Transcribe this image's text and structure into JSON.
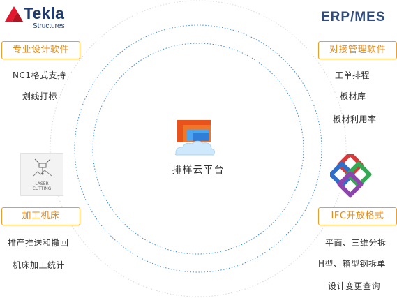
{
  "logos": {
    "tekla_word": "Tekla",
    "tekla_sub": "Structures",
    "erp_mes": "ERP/MES",
    "laser_line1": "LASER",
    "laser_line2": "CUTTING"
  },
  "center": {
    "label": "排样云平台"
  },
  "top_left": {
    "title": "专业设计软件",
    "items": [
      "NC1格式支持",
      "划线打标"
    ]
  },
  "top_right": {
    "title": "对接管理软件",
    "items": [
      "工单排程",
      "板材库",
      "板材利用率"
    ]
  },
  "bottom_left": {
    "title": "加工机床",
    "items": [
      "排产推送和撤回",
      "机床加工统计"
    ]
  },
  "bottom_right": {
    "title": "IFC开放格式",
    "items": [
      "平面、三维分拆",
      "H型、箱型钢拆单",
      "设计变更查询"
    ]
  },
  "colors": {
    "accent_orange": "#f59a23",
    "ring_blue": "#3b8fe0",
    "ring_gray": "#cccccc",
    "brand_navy": "#1e3c71"
  }
}
